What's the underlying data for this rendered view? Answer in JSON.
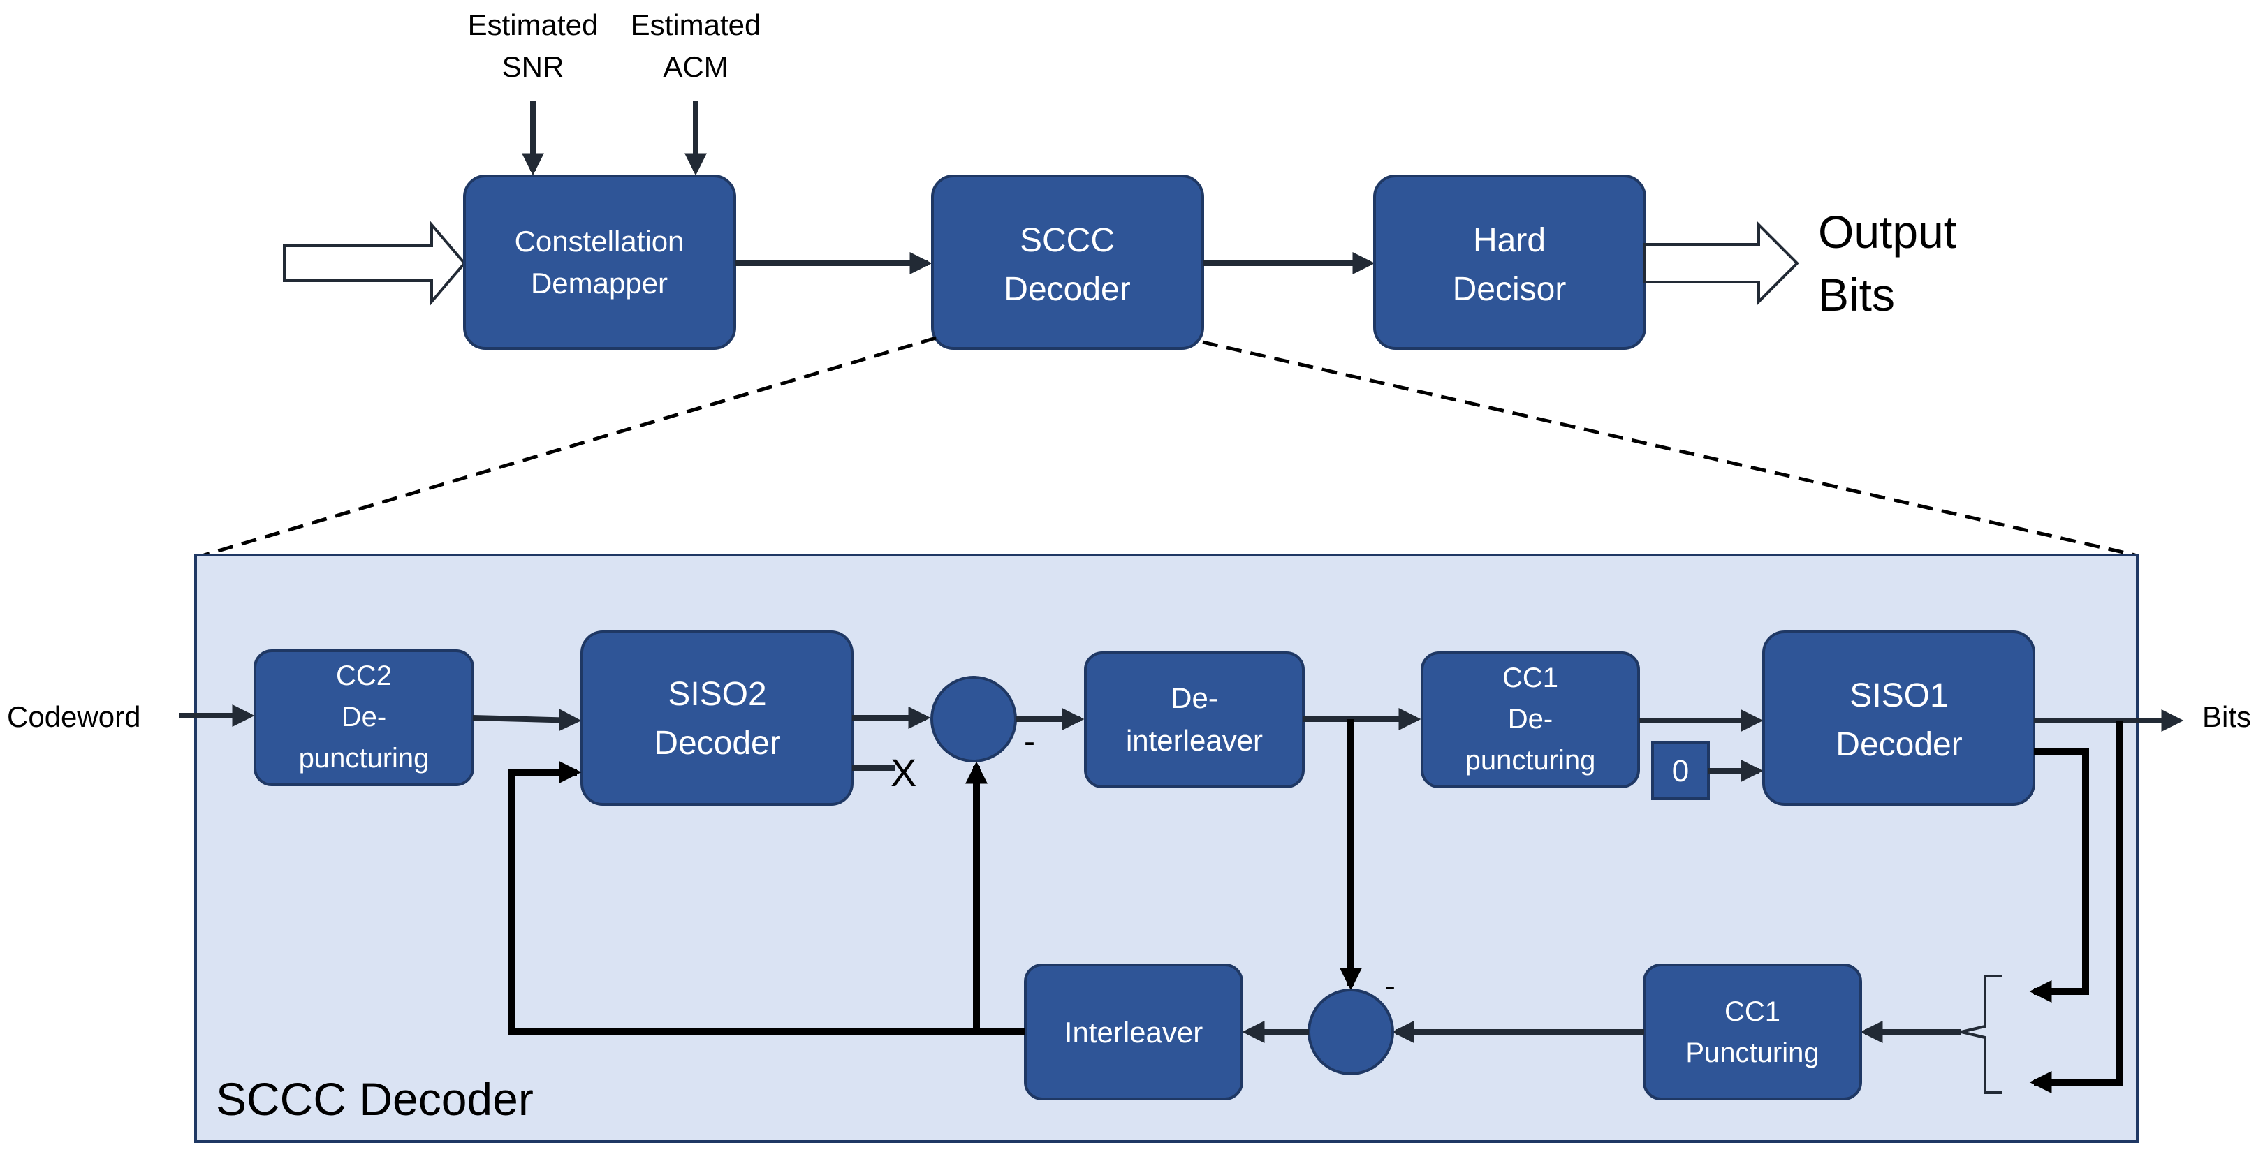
{
  "top_chain": {
    "inputs": {
      "snr": {
        "line1": "Estimated",
        "line2": "SNR"
      },
      "acm": {
        "line1": "Estimated",
        "line2": "ACM"
      }
    },
    "constellation_demapper": {
      "line1": "Constellation",
      "line2": "Demapper"
    },
    "sccc_decoder": {
      "line1": "SCCC",
      "line2": "Decoder"
    },
    "hard_decisor": {
      "line1": "Hard",
      "line2": "Decisor"
    },
    "output": {
      "line1": "Output",
      "line2": "Bits"
    }
  },
  "detail": {
    "title": "SCCC Decoder",
    "codeword_label": "Codeword",
    "bits_label": "Bits",
    "cc2_depuncturing": {
      "line1": "CC2",
      "line2": "De-",
      "line3": "puncturing"
    },
    "siso2_decoder": {
      "line1": "SISO2",
      "line2": "Decoder"
    },
    "deinterleaver": {
      "line1": "De-",
      "line2": "interleaver"
    },
    "cc1_depuncturing": {
      "line1": "CC1",
      "line2": "De-",
      "line3": "puncturing"
    },
    "siso1_decoder": {
      "line1": "SISO1",
      "line2": "Decoder"
    },
    "zero_input": "0",
    "interleaver": "Interleaver",
    "cc1_puncturing": {
      "line1": "CC1",
      "line2": "Puncturing"
    },
    "minus_sign_top": "-",
    "minus_sign_bottom": "-",
    "x_mark": "X"
  },
  "colors": {
    "block_fill": "#2F5597",
    "block_stroke": "#1F3864",
    "panel_fill": "#DAE3F3",
    "panel_stroke": "#1F3864",
    "line": "#222a35"
  }
}
